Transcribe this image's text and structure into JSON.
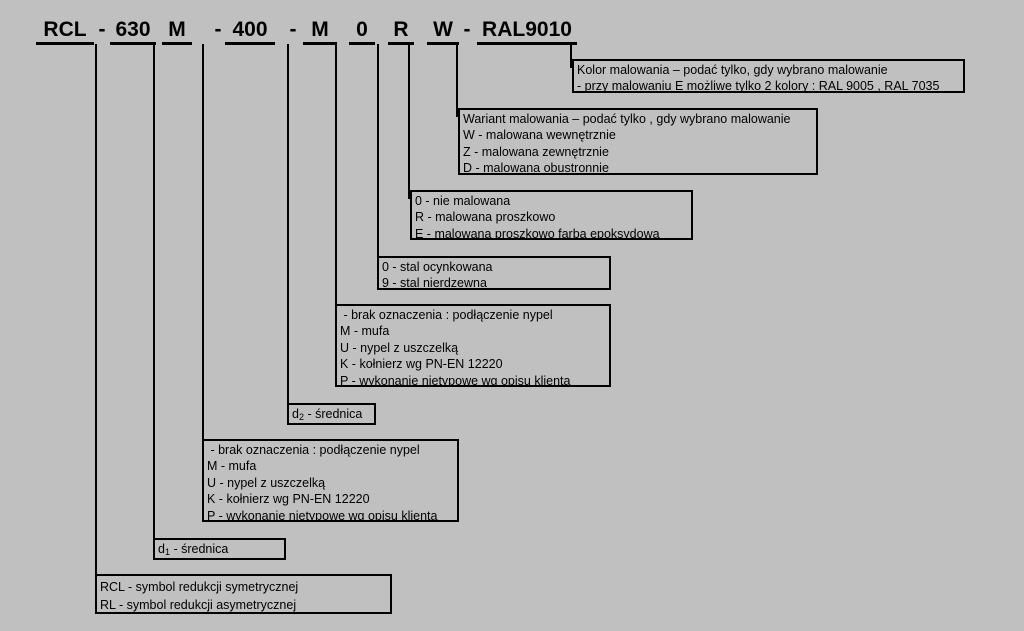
{
  "code": {
    "segments": [
      "RCL",
      "630",
      "M",
      "400",
      "M",
      "0",
      "R",
      "W",
      "RAL9010"
    ],
    "separator": "-"
  },
  "boxes": {
    "color": [
      "Kolor malowania – podać tylko, gdy wybrano malowanie",
      "- przy malowaniu E możliwe tylko 2 kolory : RAL 9005 , RAL 7035"
    ],
    "paint_variant": [
      "Wariant malowania – podać tylko , gdy wybrano malowanie",
      "W - malowana wewnętrznie",
      "Z - malowana zewnętrznie",
      "D - malowana obustronnie"
    ],
    "painting": [
      "0 - nie malowana",
      "R - malowana proszkowo",
      "E - malowana proszkowo farbą epoksydową"
    ],
    "material": [
      "0 - stal ocynkowana",
      "9 - stal nierdzewna"
    ],
    "end2": [
      " - brak oznaczenia : podłączenie nypel",
      "M - mufa",
      "U - nypel z uszczelką",
      "K - kołnierz wg PN-EN 12220",
      "P - wykonanie nietypowe wg opisu klienta"
    ],
    "d2": {
      "symbol": "d",
      "sub": "2",
      "text": " - średnica"
    },
    "end1": [
      " - brak oznaczenia : podłączenie nypel",
      "M - mufa",
      "U - nypel z uszczelką",
      "K - kołnierz wg PN-EN 12220",
      "P - wykonanie nietypowe wg opisu klienta"
    ],
    "d1": {
      "symbol": "d",
      "sub": "1",
      "text": " - średnica"
    },
    "type": [
      "RCL - symbol redukcji symetrycznej",
      "RL - symbol redukcji asymetrycznej"
    ]
  },
  "colors": {
    "background": "#c0c0c0",
    "lines": "#000000"
  }
}
